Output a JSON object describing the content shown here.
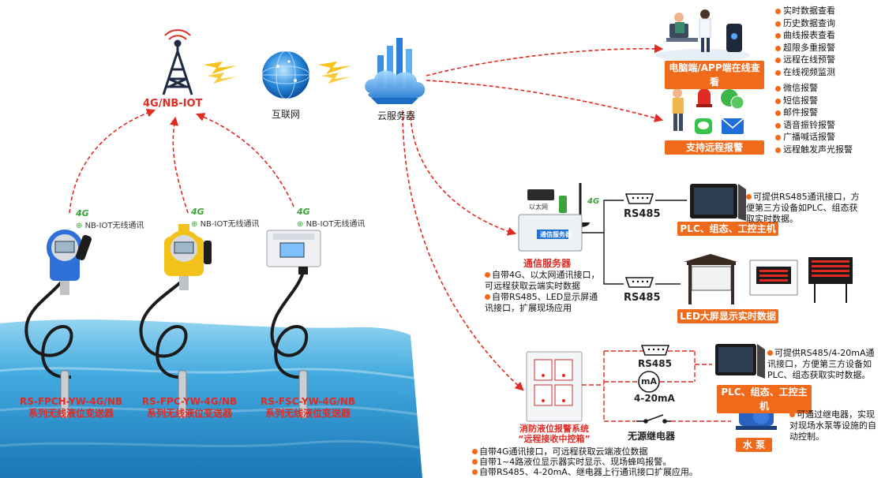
{
  "network": {
    "tower_label": "4G/NB-IOT",
    "internet_label": "互联网",
    "cloud_label": "云服务器"
  },
  "sensors": [
    {
      "badge": "4G",
      "comm": "NB-IOT无线通讯",
      "name": "RS-FPCH-YW-4G/NB",
      "series": "系列无线液位变送器"
    },
    {
      "badge": "4G",
      "comm": "NB-IOT无线通讯",
      "name": "RS-FPC-YW-4G/NB",
      "series": "系列无线液位变送器"
    },
    {
      "badge": "4G",
      "comm": "NB-IOT无线通讯",
      "name": "RS-FSC-YW-4G/NB",
      "series": "系列无线液位变送器"
    }
  ],
  "online_view": {
    "title": "电脑端/APP端在线查看",
    "features": [
      "实时数据查看",
      "历史数据查询",
      "曲线报表查看",
      "超限多重报警",
      "远程在线预警",
      "在线视频监测"
    ]
  },
  "remote_alarm": {
    "title": "支持远程报警",
    "features": [
      "微信报警",
      "短信报警",
      "邮件报警",
      "语音振铃报警",
      "广播喊话报警",
      "远程触发声光报警"
    ]
  },
  "comm_server": {
    "title": "通信服务器",
    "device_text": "通信服务器",
    "port_label": "以太网",
    "badge": "4G",
    "notes": [
      "自带4G、以太网通讯接口，可远程获取云端实时数据",
      "自带RS485、LED显示屏通讯接口，扩展现场应用"
    ],
    "rs485_top": "RS485",
    "rs485_bottom": "RS485",
    "plc_title": "PLC、组态、工控主机",
    "plc_note": "可提供RS485通讯接口，方便第三方设备如PLC、组态获取实时数据。",
    "led_title": "LED大屏显示实时数据"
  },
  "fire_box": {
    "title_line1": "消防液位报警系统",
    "title_line2": "“远程接收中控箱”",
    "notes": [
      "自带4G通讯接口，可远程获取云端液位数据",
      "自带1~4路液位显示器实时显示、现场蜂鸣报警。",
      "自带RS485、4-20mA、继电器上行通讯接口扩展应用。"
    ],
    "rs485": "RS485",
    "ma_symbol": "mA",
    "ma_label": "4-20mA",
    "relay_label": "无源继电器",
    "plc_title": "PLC、组态、工控主机",
    "plc_note": "可提供RS485/4-20mA通讯接口，方便第三方设备如PLC、组态获取实时数据。",
    "pump_title": "水 泵",
    "pump_note": "可通过继电器，实现对现场水泵等设施的自动控制。"
  },
  "colors": {
    "accent": "#f06a1c",
    "alarm_red": "#e02a22",
    "gauge_blue": "#2f6fd8",
    "gauge_yellow": "#f2c21a",
    "ethernet_green": "#3aa33a"
  }
}
